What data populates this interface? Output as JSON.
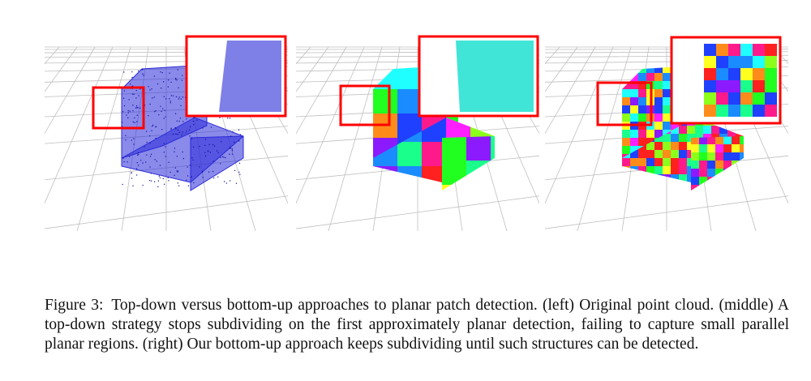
{
  "figure": {
    "panels": [
      {
        "id": "left",
        "name": "original-point-cloud"
      },
      {
        "id": "middle",
        "name": "top-down-patches"
      },
      {
        "id": "right",
        "name": "bottom-up-patches"
      }
    ],
    "colors": {
      "grid": "#bfbfbf",
      "cloud": "#2a2ad8",
      "highlight": "#ff0000",
      "patch_palette": [
        "#ff2020",
        "#20ff20",
        "#2040ff",
        "#ffff20",
        "#ff20ff",
        "#20ffff",
        "#ff8c1a",
        "#8c1aff",
        "#1aff8c",
        "#ff1a8c",
        "#8cff1a",
        "#1a8cff"
      ]
    }
  },
  "caption": {
    "label": "Figure 3:",
    "text": "Top-down versus bottom-up approaches to planar patch detection. (left) Original point cloud. (middle) A top-down strategy stops subdividing on the first approximately planar detection, failing to capture small parallel planar regions. (right) Our bottom-up approach keeps subdividing until such structures can be detected."
  }
}
